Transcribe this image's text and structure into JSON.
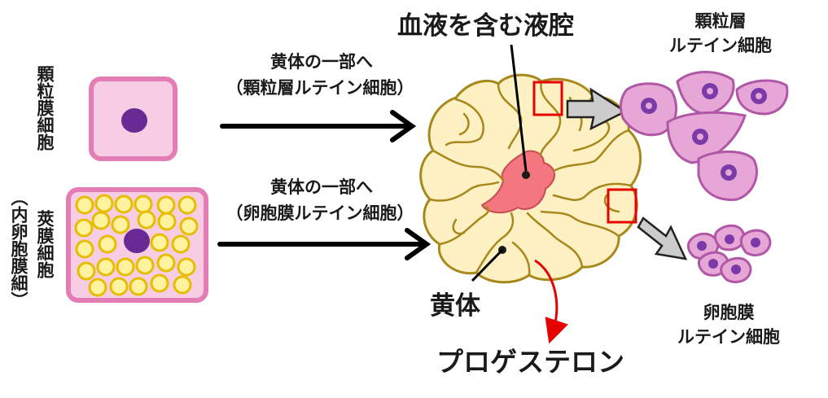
{
  "labels": {
    "granulosa_cell": "顆粒膜細胞",
    "theca_cell": "莢膜細胞",
    "theca_interna": "（内卵胞膜細）",
    "arrow_top_line1": "黄体の一部へ",
    "arrow_top_line2": "（顆粒層ルテイン細胞）",
    "arrow_bottom_line1": "黄体の一部へ",
    "arrow_bottom_line2": "（卵胞膜ルテイン細胞）",
    "cavity": "血液を含む液腔",
    "corpus_luteum": "黄体",
    "progesterone": "プロゲステロン",
    "granulosa_lutein_line1": "顆粒層",
    "granulosa_lutein_line2": "ルテイン細胞",
    "theca_lutein_line1": "卵胞膜",
    "theca_lutein_line2": "ルテイン細胞"
  },
  "colors": {
    "cell_fill": "#f7cde3",
    "cell_border": "#e47cb6",
    "nucleus": "#6a2a96",
    "lipid": "#fff3a0",
    "lipid_border": "#e7bd00",
    "luteum_fill": "#fdf0c2",
    "luteum_edge": "#a7881b",
    "cavity": "#f4777f",
    "highlight_box": "#e60000",
    "lutein_fill": "#e6a7d7",
    "lutein_edge": "#b057a6",
    "red_arrow": "#e60000"
  },
  "icons": [
    "granulosa-cell-icon",
    "theca-cell-icon",
    "corpus-luteum-icon",
    "lutein-cell-icon"
  ]
}
